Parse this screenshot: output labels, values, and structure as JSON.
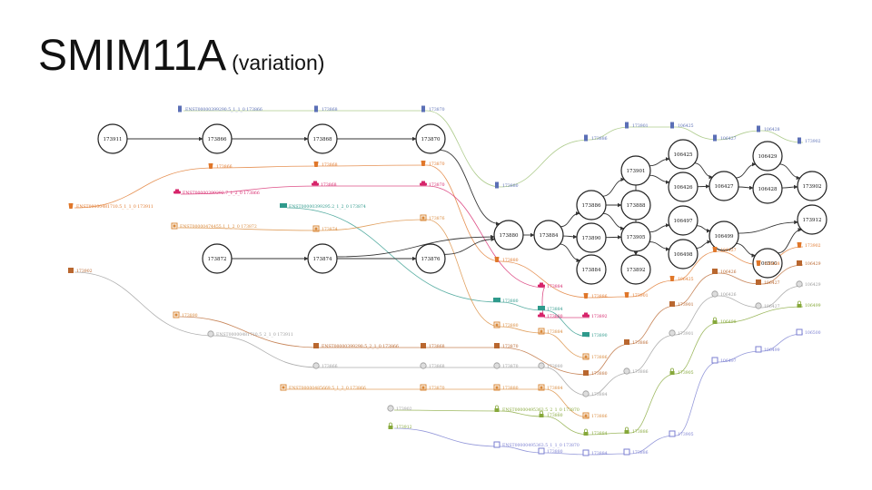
{
  "slide": {
    "title": "SMIM11A",
    "subtitle": "(variation)"
  },
  "nodes": [
    {
      "id": "n1",
      "label": "173911"
    },
    {
      "id": "n2",
      "label": "173866"
    },
    {
      "id": "n3",
      "label": "173868"
    },
    {
      "id": "n4",
      "label": "173870"
    },
    {
      "id": "n5",
      "label": "173872"
    },
    {
      "id": "n6",
      "label": "173874"
    },
    {
      "id": "n7",
      "label": "173876"
    },
    {
      "id": "n8",
      "label": "173880"
    },
    {
      "id": "n9",
      "label": "173884"
    },
    {
      "id": "n10",
      "label": "173886"
    },
    {
      "id": "n11",
      "label": "173888"
    },
    {
      "id": "n12",
      "label": "173890"
    },
    {
      "id": "n13",
      "label": "173884"
    },
    {
      "id": "n14",
      "label": "173901"
    },
    {
      "id": "n15",
      "label": "173905"
    },
    {
      "id": "n16",
      "label": "173892"
    },
    {
      "id": "n17",
      "label": "106425"
    },
    {
      "id": "n18",
      "label": "106426"
    },
    {
      "id": "n19",
      "label": "106497"
    },
    {
      "id": "n20",
      "label": "106498"
    },
    {
      "id": "n21",
      "label": "106427"
    },
    {
      "id": "n22",
      "label": "106499"
    },
    {
      "id": "n23",
      "label": "106429"
    },
    {
      "id": "n24",
      "label": "106428"
    },
    {
      "id": "n25",
      "label": "106500"
    },
    {
      "id": "n26",
      "label": "173902"
    },
    {
      "id": "n27",
      "label": "173912"
    }
  ],
  "edges": [
    [
      "n1",
      "n2"
    ],
    [
      "n2",
      "n3"
    ],
    [
      "n3",
      "n4"
    ],
    [
      "n5",
      "n6"
    ],
    [
      "n6",
      "n7"
    ],
    [
      "n4",
      "n8"
    ],
    [
      "n6",
      "n8"
    ],
    [
      "n7",
      "n8"
    ],
    [
      "n8",
      "n9"
    ],
    [
      "n9",
      "n10"
    ],
    [
      "n9",
      "n12"
    ],
    [
      "n9",
      "n13"
    ],
    [
      "n10",
      "n11"
    ],
    [
      "n10",
      "n14"
    ],
    [
      "n10",
      "n15"
    ],
    [
      "n12",
      "n15"
    ],
    [
      "n14",
      "n16"
    ],
    [
      "n15",
      "n16"
    ],
    [
      "n14",
      "n17"
    ],
    [
      "n14",
      "n18"
    ],
    [
      "n15",
      "n19"
    ],
    [
      "n15",
      "n20"
    ],
    [
      "n17",
      "n21"
    ],
    [
      "n18",
      "n21"
    ],
    [
      "n19",
      "n22"
    ],
    [
      "n20",
      "n22"
    ],
    [
      "n21",
      "n23"
    ],
    [
      "n21",
      "n24"
    ],
    [
      "n22",
      "n25"
    ],
    [
      "n22",
      "n27"
    ],
    [
      "n23",
      "n26"
    ],
    [
      "n24",
      "n26"
    ],
    [
      "n25",
      "n27"
    ]
  ],
  "annotations": [
    {
      "icon": "bookmark-icon",
      "color": "#5b6fb6",
      "text": "ENST00000399290.5_1_1_0  173866"
    },
    {
      "icon": "bookmark-icon",
      "color": "#5b6fb6",
      "text": "173868"
    },
    {
      "icon": "bookmark-icon",
      "color": "#5b6fb6",
      "text": "173870"
    },
    {
      "icon": "bookmark-icon",
      "color": "#5b6fb6",
      "text": "173880"
    },
    {
      "icon": "bookmark-icon",
      "color": "#5b6fb6",
      "text": "173886"
    },
    {
      "icon": "bookmark-icon",
      "color": "#5b6fb6",
      "text": "173901"
    },
    {
      "icon": "bookmark-icon",
      "color": "#5b6fb6",
      "text": "106425"
    },
    {
      "icon": "bookmark-icon",
      "color": "#5b6fb6",
      "text": "106427"
    },
    {
      "icon": "bookmark-icon",
      "color": "#5b6fb6",
      "text": "106428"
    },
    {
      "icon": "bookmark-icon",
      "color": "#5b6fb6",
      "text": "173902"
    },
    {
      "icon": "cup-icon",
      "color": "#e0772a",
      "text": "173866"
    },
    {
      "icon": "cup-icon",
      "color": "#e0772a",
      "text": "173868"
    },
    {
      "icon": "cup-icon",
      "color": "#e0772a",
      "text": "173870"
    },
    {
      "icon": "cup-icon",
      "color": "#e0772a",
      "text": "ENST00000481710.5_1_1_0  173911"
    },
    {
      "icon": "cup-icon",
      "color": "#e0772a",
      "text": "173880"
    },
    {
      "icon": "cup-icon",
      "color": "#e0772a",
      "text": "173886"
    },
    {
      "icon": "cup-icon",
      "color": "#e0772a",
      "text": "173901"
    },
    {
      "icon": "cup-icon",
      "color": "#e0772a",
      "text": "106425"
    },
    {
      "icon": "cup-icon",
      "color": "#e0772a",
      "text": "106427"
    },
    {
      "icon": "cup-icon",
      "color": "#e0772a",
      "text": "106428"
    },
    {
      "icon": "cup-icon",
      "color": "#e0772a",
      "text": "173902"
    },
    {
      "icon": "car-icon",
      "color": "#d6246a",
      "text": "ENST00000399292.7_1_2_0  173866"
    },
    {
      "icon": "car-icon",
      "color": "#d6246a",
      "text": "173868"
    },
    {
      "icon": "car-icon",
      "color": "#d6246a",
      "text": "173870"
    },
    {
      "icon": "car-icon",
      "color": "#d6246a",
      "text": "173884"
    },
    {
      "icon": "car-icon",
      "color": "#d6246a",
      "text": "173880"
    },
    {
      "icon": "car-icon",
      "color": "#d6246a",
      "text": "173892"
    },
    {
      "icon": "truck-icon",
      "color": "#2f9a8c",
      "text": "ENST00000399295.2_1_2_0  173874"
    },
    {
      "icon": "truck-icon",
      "color": "#2f9a8c",
      "text": "173880"
    },
    {
      "icon": "truck-icon",
      "color": "#2f9a8c",
      "text": "173884"
    },
    {
      "icon": "truck-icon",
      "color": "#2f9a8c",
      "text": "173890"
    },
    {
      "icon": "image-icon",
      "color": "#d9893a",
      "text": "ENST00000474455.1_1_2_0  173872"
    },
    {
      "icon": "image-icon",
      "color": "#d9893a",
      "text": "173874"
    },
    {
      "icon": "image-icon",
      "color": "#d9893a",
      "text": "173876"
    },
    {
      "icon": "image-icon",
      "color": "#d9893a",
      "text": "173880"
    },
    {
      "icon": "image-icon",
      "color": "#d9893a",
      "text": "173884"
    },
    {
      "icon": "image-icon",
      "color": "#d9893a",
      "text": "173886"
    },
    {
      "icon": "image-icon",
      "color": "#d9893a",
      "text": "ENST00000485669.5_1_2_0  173866"
    },
    {
      "icon": "image-icon",
      "color": "#d9893a",
      "text": "173870"
    },
    {
      "icon": "image-icon",
      "color": "#d9893a",
      "text": "173880"
    },
    {
      "icon": "image-icon",
      "color": "#d9893a",
      "text": "173884"
    },
    {
      "icon": "image-icon",
      "color": "#d9893a",
      "text": "173886"
    },
    {
      "icon": "image-icon",
      "color": "#d9893a",
      "text": "173890"
    },
    {
      "icon": "cube-icon",
      "color": "#b9672f",
      "text": "ENST00000399290.5_2_1_0  173866"
    },
    {
      "icon": "cube-icon",
      "color": "#b9672f",
      "text": "173868"
    },
    {
      "icon": "cube-icon",
      "color": "#b9672f",
      "text": "173870"
    },
    {
      "icon": "cube-icon",
      "color": "#b9672f",
      "text": "173880"
    },
    {
      "icon": "cube-icon",
      "color": "#b9672f",
      "text": "173886"
    },
    {
      "icon": "cube-icon",
      "color": "#b9672f",
      "text": "173901"
    },
    {
      "icon": "cube-icon",
      "color": "#b9672f",
      "text": "106426"
    },
    {
      "icon": "cube-icon",
      "color": "#b9672f",
      "text": "106427"
    },
    {
      "icon": "cube-icon",
      "color": "#b9672f",
      "text": "106429"
    },
    {
      "icon": "cube-icon",
      "color": "#b9672f",
      "text": "173902"
    },
    {
      "icon": "ball-icon",
      "color": "#9a9a9a",
      "text": "ENST00000481710.5_2_1_0  173911"
    },
    {
      "icon": "ball-icon",
      "color": "#9a9a9a",
      "text": "173866"
    },
    {
      "icon": "ball-icon",
      "color": "#9a9a9a",
      "text": "173868"
    },
    {
      "icon": "ball-icon",
      "color": "#9a9a9a",
      "text": "173870"
    },
    {
      "icon": "ball-icon",
      "color": "#9a9a9a",
      "text": "173880"
    },
    {
      "icon": "ball-icon",
      "color": "#9a9a9a",
      "text": "173884"
    },
    {
      "icon": "ball-icon",
      "color": "#9a9a9a",
      "text": "173886"
    },
    {
      "icon": "ball-icon",
      "color": "#9a9a9a",
      "text": "173901"
    },
    {
      "icon": "ball-icon",
      "color": "#9a9a9a",
      "text": "106426"
    },
    {
      "icon": "ball-icon",
      "color": "#9a9a9a",
      "text": "106427"
    },
    {
      "icon": "ball-icon",
      "color": "#9a9a9a",
      "text": "106429"
    },
    {
      "icon": "ball-icon",
      "color": "#9a9a9a",
      "text": "173902"
    },
    {
      "icon": "lock-icon",
      "color": "#86a83a",
      "text": "ENST00000495363.5_2_1_0  173870"
    },
    {
      "icon": "lock-icon",
      "color": "#86a83a",
      "text": "173880"
    },
    {
      "icon": "lock-icon",
      "color": "#86a83a",
      "text": "173884"
    },
    {
      "icon": "lock-icon",
      "color": "#86a83a",
      "text": "173886"
    },
    {
      "icon": "lock-icon",
      "color": "#86a83a",
      "text": "173905"
    },
    {
      "icon": "lock-icon",
      "color": "#86a83a",
      "text": "106498"
    },
    {
      "icon": "lock-icon",
      "color": "#86a83a",
      "text": "106499"
    },
    {
      "icon": "lock-icon",
      "color": "#86a83a",
      "text": "173912"
    },
    {
      "icon": "tag-icon",
      "color": "#7b7fd1",
      "text": "ENST00000495363.5_1_1_0  173870"
    },
    {
      "icon": "tag-icon",
      "color": "#7b7fd1",
      "text": "173880"
    },
    {
      "icon": "tag-icon",
      "color": "#7b7fd1",
      "text": "173884"
    },
    {
      "icon": "tag-icon",
      "color": "#7b7fd1",
      "text": "173886"
    },
    {
      "icon": "tag-icon",
      "color": "#7b7fd1",
      "text": "173905"
    },
    {
      "icon": "tag-icon",
      "color": "#7b7fd1",
      "text": "106497"
    },
    {
      "icon": "tag-icon",
      "color": "#7b7fd1",
      "text": "106499"
    },
    {
      "icon": "tag-icon",
      "color": "#7b7fd1",
      "text": "106500"
    },
    {
      "icon": "tag-icon",
      "color": "#7b7fd1",
      "text": "173912"
    }
  ]
}
